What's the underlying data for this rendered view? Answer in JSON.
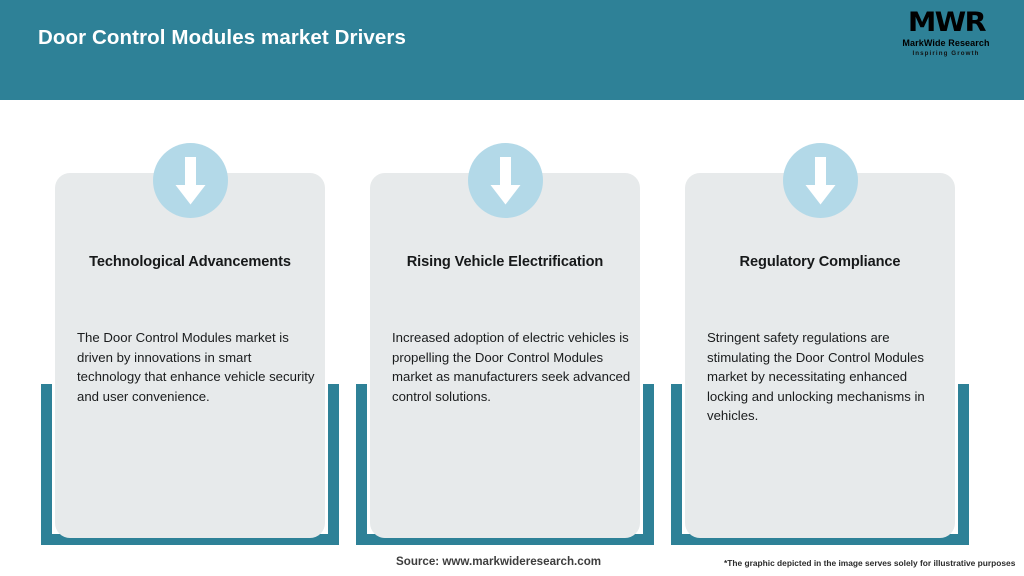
{
  "header": {
    "title": "Door Control Modules market Drivers",
    "background_color": "#2E8197",
    "title_color": "#FFFFFF"
  },
  "logo": {
    "mark": "MWR",
    "name": "MarkWide Research",
    "tagline": "Inspiring Growth"
  },
  "theme": {
    "accent_teal": "#2E8197",
    "card_fill": "#E7EAEB",
    "badge_blue": "#B3D9E8",
    "arrow_color": "#FFFFFF",
    "page_background": "#FFFFFF"
  },
  "cards": [
    {
      "icon": "down-arrow-icon",
      "title": "Technological Advancements",
      "body": "The Door Control Modules market is driven by innovations in smart technology that enhance vehicle security and user convenience."
    },
    {
      "icon": "down-arrow-icon",
      "title": "Rising Vehicle Electrification",
      "body": "Increased adoption of electric vehicles is propelling the Door Control Modules market as manufacturers seek advanced control solutions."
    },
    {
      "icon": "down-arrow-icon",
      "title": "Regulatory Compliance",
      "body": "Stringent safety regulations are stimulating the Door Control Modules market by necessitating enhanced locking and unlocking mechanisms in vehicles."
    }
  ],
  "footer": {
    "source": "Source: www.markwideresearch.com",
    "disclaimer": "*The graphic depicted in the image serves solely for illustrative purposes"
  }
}
